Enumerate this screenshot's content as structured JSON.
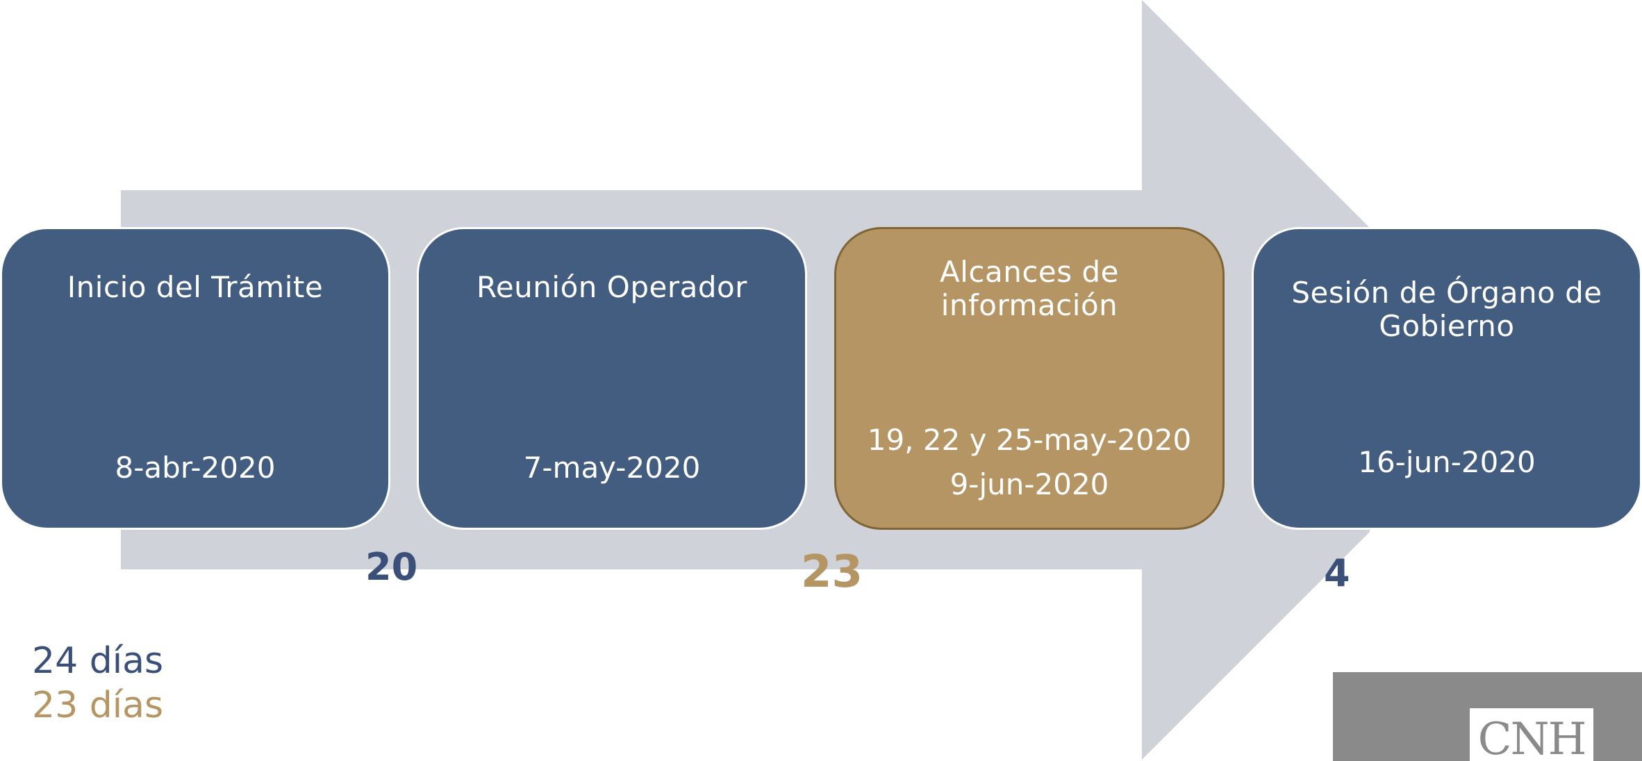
{
  "colors": {
    "arrow": "#cfd2d9",
    "blue": "#435d81",
    "gold": "#b59563",
    "count_blue": "#3a5079",
    "count_gold": "#b59563",
    "logo_band": "#8a8a8a"
  },
  "steps": [
    {
      "title": "Inicio del Trámite",
      "dates": [
        "8-abr-2020"
      ],
      "style": "blue"
    },
    {
      "title": "Reunión Operador",
      "dates": [
        "7-may-2020"
      ],
      "style": "blue"
    },
    {
      "title_lines": [
        "Alcances de",
        "información"
      ],
      "dates": [
        "19, 22 y 25-may-2020",
        "9-jun-2020"
      ],
      "style": "gold"
    },
    {
      "title_lines": [
        "Sesión de Órgano de",
        "Gobierno"
      ],
      "dates": [
        "16-jun-2020"
      ],
      "style": "blue"
    }
  ],
  "counts": [
    {
      "value": "20",
      "color": "blue"
    },
    {
      "value": "23",
      "color": "gold"
    },
    {
      "value": "4",
      "color": "blue"
    }
  ],
  "legend": {
    "blue_label": "24 días",
    "gold_label": "23 días"
  },
  "logo": {
    "text": "CNH"
  }
}
